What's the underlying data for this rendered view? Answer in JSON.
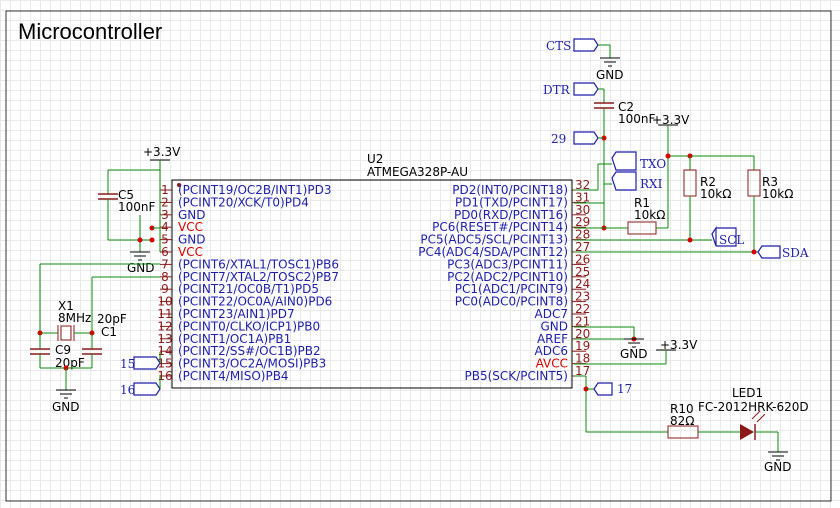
{
  "sheet": {
    "title": "Microcontroller"
  },
  "u2": {
    "ref": "U2",
    "value": "ATMEGA328P-AU",
    "left_pins": [
      {
        "num": "1",
        "name": "(PCINT19/OC2B/INT1)PD3",
        "red": false
      },
      {
        "num": "2",
        "name": "(PCINT20/XCK/T0)PD4",
        "red": false
      },
      {
        "num": "3",
        "name": "GND",
        "red": false
      },
      {
        "num": "4",
        "name": "VCC",
        "red": true
      },
      {
        "num": "5",
        "name": "GND",
        "red": false
      },
      {
        "num": "6",
        "name": "VCC",
        "red": true
      },
      {
        "num": "7",
        "name": "(PCINT6/XTAL1/TOSC1)PB6",
        "red": false
      },
      {
        "num": "8",
        "name": "(PCINT7/XTAL2/TOSC2)PB7",
        "red": false
      },
      {
        "num": "9",
        "name": "(PCINT21/OC0B/T1)PD5",
        "red": false
      },
      {
        "num": "10",
        "name": "(PCINT22/OC0A/AIN0)PD6",
        "red": false
      },
      {
        "num": "11",
        "name": "(PCINT23/AIN1)PD7",
        "red": false
      },
      {
        "num": "12",
        "name": "(PCINT0/CLKO/ICP1)PB0",
        "red": false
      },
      {
        "num": "13",
        "name": "(PCINT1/OC1A)PB1",
        "red": false
      },
      {
        "num": "14",
        "name": "(PCINT2/SS#/OC1B)PB2",
        "red": false
      },
      {
        "num": "15",
        "name": "(PCINT3/OC2A/MOSI)PB3",
        "red": false
      },
      {
        "num": "16",
        "name": "(PCINT4/MISO)PB4",
        "red": false
      }
    ],
    "right_pins": [
      {
        "num": "32",
        "name": "PD2(INT0/PCINT18)",
        "red": false
      },
      {
        "num": "31",
        "name": "PD1(TXD/PCINT17)",
        "red": false
      },
      {
        "num": "30",
        "name": "PD0(RXD/PCINT16)",
        "red": false
      },
      {
        "num": "29",
        "name": "PC6(RESET#/PCINT14)",
        "red": false
      },
      {
        "num": "28",
        "name": "PC5(ADC5/SCL/PCINT13)",
        "red": false
      },
      {
        "num": "27",
        "name": "PC4(ADC4/SDA/PCINT12)",
        "red": false
      },
      {
        "num": "26",
        "name": "PC3(ADC3/PCINT11)",
        "red": false
      },
      {
        "num": "25",
        "name": "PC2(ADC2/PCINT10)",
        "red": false
      },
      {
        "num": "24",
        "name": "PC1(ADC1/PCINT9)",
        "red": false
      },
      {
        "num": "23",
        "name": "PC0(ADC0/PCINT8)",
        "red": false
      },
      {
        "num": "22",
        "name": "ADC7",
        "red": false
      },
      {
        "num": "21",
        "name": "GND",
        "red": false
      },
      {
        "num": "20",
        "name": "AREF",
        "red": false
      },
      {
        "num": "19",
        "name": "ADC6",
        "red": false
      },
      {
        "num": "18",
        "name": "AVCC",
        "red": true
      },
      {
        "num": "17",
        "name": "PB5(SCK/PCINT5)",
        "red": false
      }
    ]
  },
  "parts": {
    "c5": {
      "ref": "C5",
      "value": "100nF"
    },
    "c2": {
      "ref": "C2",
      "value": "100nF"
    },
    "x1": {
      "ref": "X1",
      "value": "8MHz"
    },
    "c1": {
      "ref": "C1",
      "value": "20pF"
    },
    "c9": {
      "ref": "C9",
      "value": "20pF"
    },
    "r1": {
      "ref": "R1",
      "value": "10kΩ"
    },
    "r2": {
      "ref": "R2",
      "value": "10kΩ"
    },
    "r3": {
      "ref": "R3",
      "value": "10kΩ"
    },
    "r10": {
      "ref": "R10",
      "value": "82Ω"
    },
    "led1": {
      "ref": "LED1",
      "value": "FC-2012HRK-620D"
    }
  },
  "power": {
    "v33": "+3.3V",
    "gnd": "GND"
  },
  "nets": {
    "cts": "CTS",
    "dtr": "DTR",
    "txo": "TXO",
    "rxi": "RXI",
    "scl": "SCL",
    "sda": "SDA",
    "n29": "29",
    "n15": "15",
    "n16": "16",
    "n17": "17"
  },
  "colors": {
    "wire": "#0a8a0a",
    "pin_text": "#1e1ea8",
    "power_pin": "#d60000",
    "junction": "#d60000",
    "pin_line": "#8a1a1a",
    "grid": "#e9e9e9"
  }
}
